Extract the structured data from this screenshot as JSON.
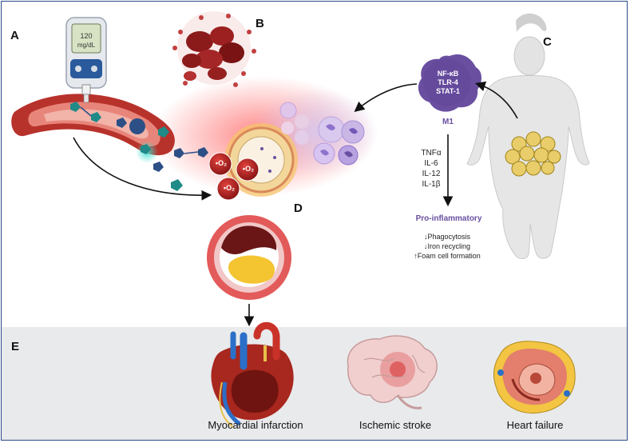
{
  "panels": {
    "a": "A",
    "b": "B",
    "c": "C",
    "d": "D",
    "e": "E"
  },
  "glucometer": {
    "value": "120",
    "unit": "mg/dL"
  },
  "ros_label": "O₂",
  "ros_prefix": "•",
  "macrophage": {
    "markers": [
      "NF-κB",
      "TLR-4",
      "STAT-1"
    ],
    "type": "M1"
  },
  "cytokines": [
    "TNFα",
    "IL-6",
    "IL-12",
    "IL-1β"
  ],
  "pro_inflammatory": {
    "title": "Pro-inflammatory",
    "effects": [
      "↓Phagocytosis",
      "↓Iron recycling",
      "↑Foam cell formation"
    ]
  },
  "outcomes": [
    "Myocardial infarction",
    "Ischemic stroke",
    "Heart failure"
  ],
  "colors": {
    "frame": "#2c4a8c",
    "purple": "#6a4fa0",
    "vessel": "#c0443a",
    "glucose_teal": "#1f8a87",
    "glucose_navy": "#2c4f86",
    "plaque_yellow": "#f4c431"
  }
}
